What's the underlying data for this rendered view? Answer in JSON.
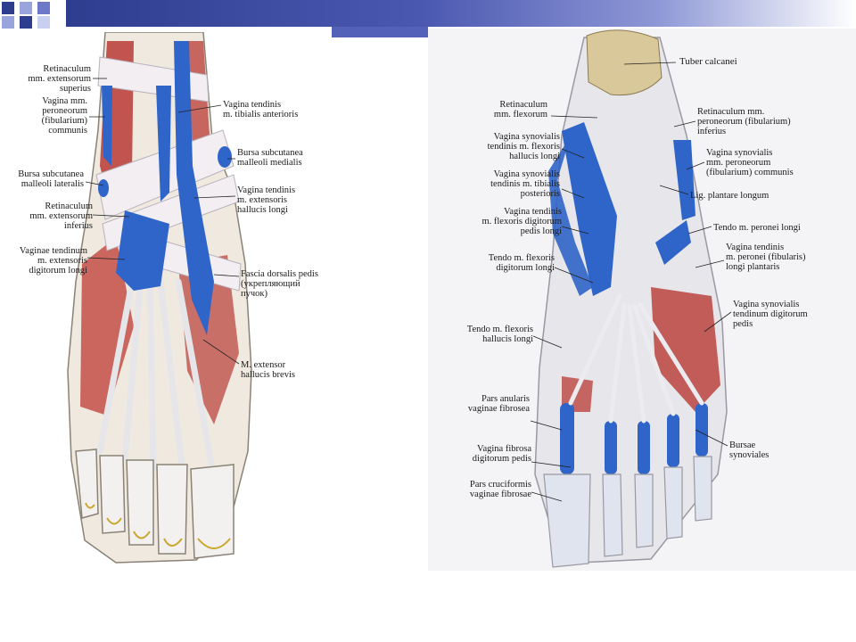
{
  "left_labels": {
    "retinaculum_sup": "Retinaculum\nmm. extensorum\nsuperius",
    "vagina_peroneorum": "Vagina mm.\nperoneorum\n(fibularium)\ncommunis",
    "bursa_lateralis": "Bursa subcutanea\nmalleoli lateralis",
    "retinaculum_inf": "Retinaculum\nmm. extensorum\ninferius",
    "vaginae_extensoris": "Vaginae tendinum\nm. extensoris\ndigitorum longi",
    "vagina_tibialis": "Vagina tendinis\nm. tibialis anterioris",
    "bursa_medialis": "Bursa subcutanea\nmalleoli medialis",
    "vagina_hallucis": "Vagina tendinis\nm. extensoris\nhallucis longi",
    "fascia_dorsalis": "Fascia dorsalis pedis\n(укрепляющий\nпучок)",
    "extensor_brevis": "M. extensor\nhallucis brevis"
  },
  "right_labels": {
    "tuber": "Tuber calcanei",
    "retinaculum_flexorum": "Retinaculum\nmm. flexorum",
    "vag_flexoris_hallucis": "Vagina synovialis\ntendinis m. flexoris\nhallucis longi",
    "vag_tibialis_post": "Vagina synovialis\ntendinis m. tibialis\nposterioris",
    "vag_flexoris_dig": "Vagina tendinis\nm. flexoris digitorum\npedis longi",
    "tendo_flexoris_dig": "Tendo m. flexoris\ndigitorum longi",
    "tendo_flexoris_hal": "Tendo m. flexoris\nhallucis longi",
    "pars_anularis": "Pars anularis\nvaginae fibrosea",
    "vagina_fibrosa": "Vagina fibrosa\ndigitorum pedis",
    "pars_cruciformis": "Pars cruciformis\nvaginae fibrosae",
    "retinaculum_peroneorum": "Retinaculum mm.\nperoneorum (fibularium)\ninferius",
    "vag_peroneorum": "Vagina synovialis\nmm. peroneorum\n(fibularium) communis",
    "lig_plantare": "Lig. plantare longum",
    "tendo_peronei": "Tendo m. peronei longi",
    "vag_peronei_plantaris": "Vagina tendinis\nm. peronei (fibularis)\nlongi plantaris",
    "vag_digitorum": "Vagina synovialis\ntendinum digitorum\npedis",
    "bursae": "Bursae\nsynoviales"
  },
  "colors": {
    "sheath_blue": "#2f64c8",
    "muscle_red": "#b83a34",
    "tendon_white": "#e6e6ea",
    "bone_tan": "#d9c99a",
    "banner": "#2f3d8f"
  }
}
